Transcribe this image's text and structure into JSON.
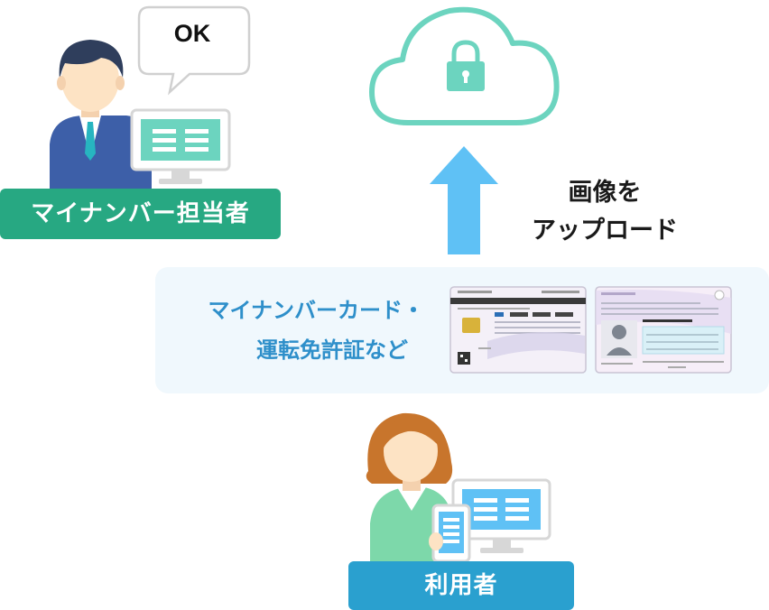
{
  "admin": {
    "label": "マイナンバー担当者",
    "speech": "OK"
  },
  "upload": {
    "line1": "画像を",
    "line2": "アップロード"
  },
  "documents": {
    "line1": "マイナンバーカード・",
    "line2": "運転免許証など"
  },
  "user": {
    "label": "利用者"
  },
  "icons": [
    "cloud-icon",
    "lock-icon",
    "upload-arrow-icon",
    "monitor-icon",
    "smartphone-icon",
    "id-card-icon"
  ],
  "colors": {
    "green": "#27a882",
    "blue": "#2aa0cf",
    "teal": "#6cd4bf",
    "sky": "#5fc1f5",
    "text_blue": "#2e8fca"
  }
}
